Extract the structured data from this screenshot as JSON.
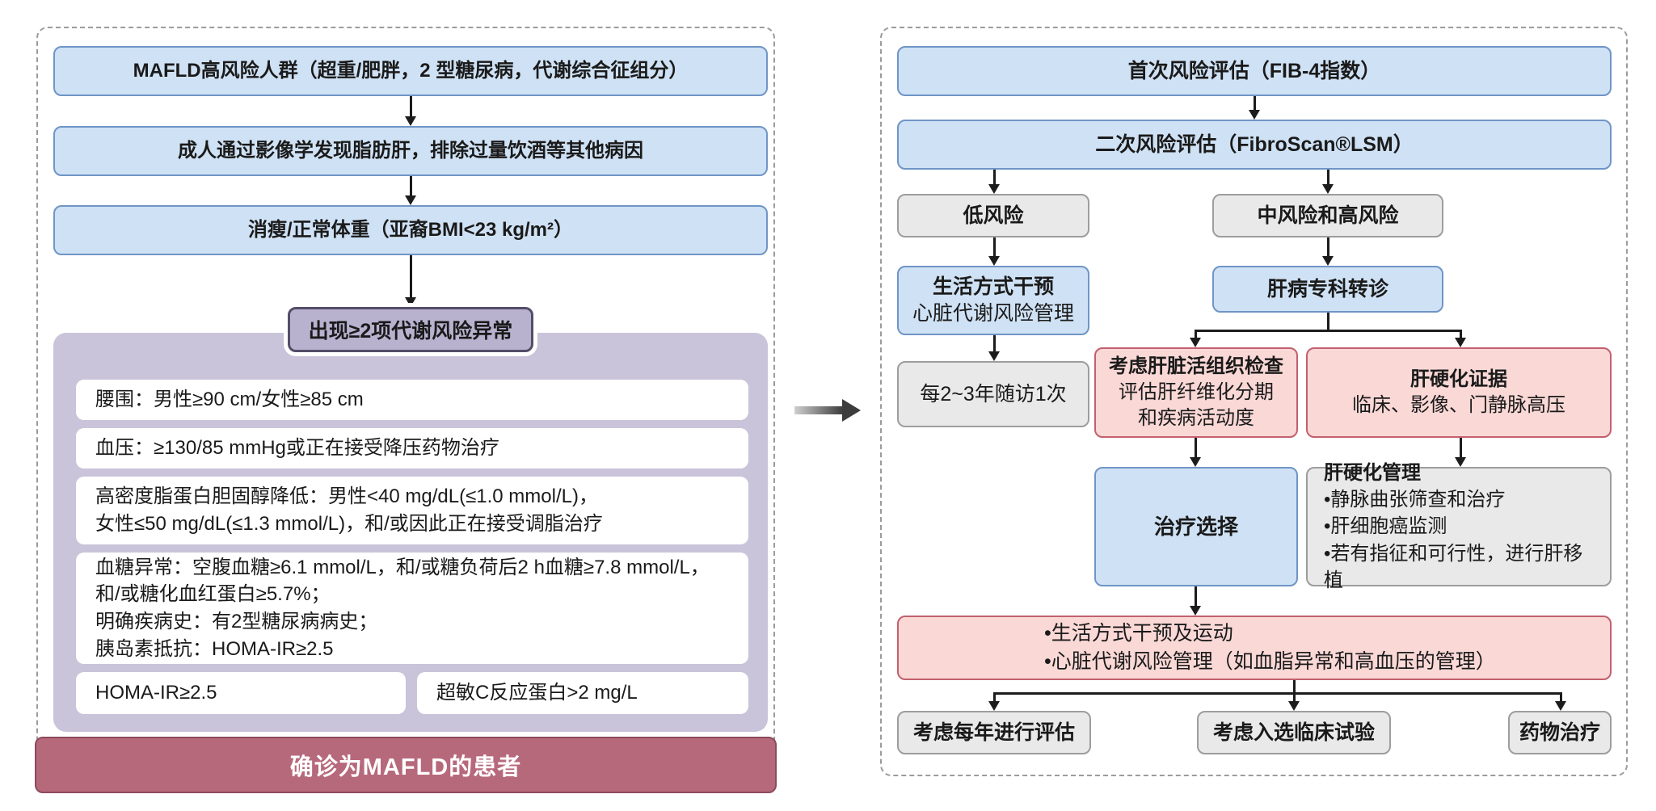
{
  "left_panel": {
    "steps": [
      "MAFLD高风险人群（超重/肥胖，2 型糖尿病，代谢综合征组分）",
      "成人通过影像学发现脂肪肝，排除过量饮酒等其他病因",
      "消瘦/正常体重（亚裔BMI<23 kg/m²）"
    ],
    "badge": "出现≥2项代谢风险异常",
    "criteria": {
      "waist": "腰围：男性≥90 cm/女性≥85 cm",
      "blood_pressure": "血压：≥130/85 mmHg或正在接受降压药物治疗",
      "hdl_line1": "高密度脂蛋白胆固醇降低：男性<40 mg/dL(≤1.0 mmol/L)，",
      "hdl_line2": "女性≤50 mg/dL(≤1.3 mmol/L)，和/或因此正在接受调脂治疗",
      "glucose_line1": "血糖异常：空腹血糖≥6.1 mmol/L，和/或糖负荷后2 h血糖≥7.8 mmol/L，",
      "glucose_line2": "和/或糖化血红蛋白≥5.7%；",
      "glucose_line3": "明确疾病史：有2型糖尿病病史；",
      "glucose_line4": "胰岛素抵抗：HOMA-IR≥2.5",
      "homa_ir": "HOMA-IR≥2.5",
      "crp": "超敏C反应蛋白>2 mg/L"
    },
    "diagnosis": "确诊为MAFLD的患者"
  },
  "right_panel": {
    "first_assessment": "首次风险评估（FIB-4指数）",
    "second_assessment": "二次风险评估（FibroScan®LSM）",
    "low_risk": "低风险",
    "mid_high_risk": "中风险和高风险",
    "lifestyle_line1": "生活方式干预",
    "lifestyle_line2": "心脏代谢风险管理",
    "referral": "肝病专科转诊",
    "followup": "每2~3年随访1次",
    "biopsy_line1": "考虑肝脏活组织检查",
    "biopsy_line2": "评估肝纤维化分期",
    "biopsy_line3": "和疾病活动度",
    "cirrhosis_evidence_line1": "肝硬化证据",
    "cirrhosis_evidence_line2": "临床、影像、门静脉高压",
    "treatment_choice": "治疗选择",
    "cirrhosis_mgmt_title": "肝硬化管理",
    "cirrhosis_mgmt_items": [
      "•静脉曲张筛查和治疗",
      "•肝细胞癌监测",
      "•若有指征和可行性，进行肝移植"
    ],
    "management_line1": "•生活方式干预及运动",
    "management_line2": "•心脏代谢风险管理（如血脂异常和高血压的管理）",
    "annual_eval": "考虑每年进行评估",
    "clinical_trial": "考虑入选临床试验",
    "drug_therapy": "药物治疗"
  },
  "colors": {
    "blue_fill": "#cfe1f4",
    "blue_border": "#6f95c6",
    "gray_fill": "#e9e9e9",
    "gray_border": "#9d9d9d",
    "pink_fill": "#f9d8d6",
    "pink_border": "#c2606e",
    "purple_fill": "#c9c4d9",
    "badge_fill": "#b8b2cf",
    "red_fill": "#b7697c",
    "ink": "#1a1a1a"
  }
}
